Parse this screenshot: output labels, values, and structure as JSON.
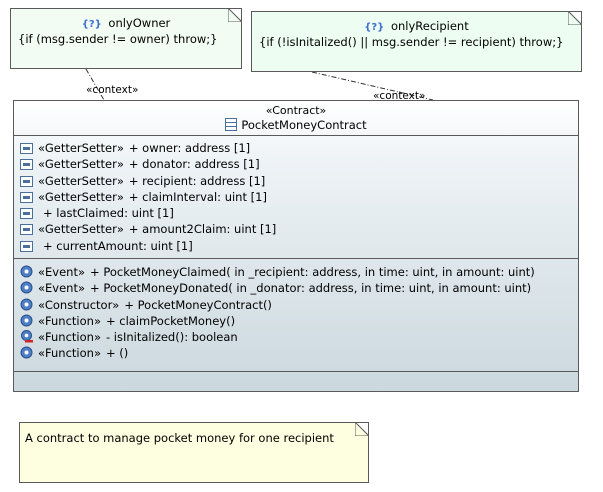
{
  "notes": {
    "only_owner": {
      "title": "onlyOwner",
      "badge": "{?}",
      "body": "{if (msg.sender != owner) throw;}"
    },
    "only_recipient": {
      "title": "onlyRecipient",
      "badge": "{?}",
      "body": "{if (!isInitalized() || msg.sender != recipient) throw;}"
    },
    "description": {
      "body": "A contract to manage pocket money for one recipient"
    }
  },
  "links": {
    "owner_context": "«context»",
    "recipient_context": "«context»"
  },
  "contract": {
    "stereotype": "«Contract»",
    "name": "PocketMoneyContract",
    "attributes": [
      {
        "stereotype": "«GetterSetter»",
        "text": "+ owner: address [1]",
        "icon": "attribute-icon"
      },
      {
        "stereotype": "«GetterSetter»",
        "text": "+ donator: address [1]",
        "icon": "attribute-icon"
      },
      {
        "stereotype": "«GetterSetter»",
        "text": "+ recipient: address [1]",
        "icon": "attribute-icon"
      },
      {
        "stereotype": "«GetterSetter»",
        "text": "+ claimInterval: uint [1]",
        "icon": "attribute-icon"
      },
      {
        "stereotype": "",
        "text": "+ lastClaimed: uint [1]",
        "icon": "attribute-icon"
      },
      {
        "stereotype": "«GetterSetter»",
        "text": "+ amount2Claim: uint [1]",
        "icon": "attribute-icon"
      },
      {
        "stereotype": "",
        "text": "+ currentAmount: uint [1]",
        "icon": "attribute-icon"
      }
    ],
    "operations": [
      {
        "stereotype": "«Event»",
        "text": "+ PocketMoneyClaimed(  in _recipient: address,   in time: uint,   in amount: uint)",
        "icon": "operation-icon"
      },
      {
        "stereotype": "«Event»",
        "text": "+ PocketMoneyDonated(  in _donator: address,   in time: uint,   in amount: uint)",
        "icon": "operation-icon"
      },
      {
        "stereotype": "«Constructor»",
        "text": "+ PocketMoneyContract()",
        "icon": "operation-icon"
      },
      {
        "stereotype": "«Function»",
        "text": "+ claimPocketMoney()",
        "icon": "operation-icon"
      },
      {
        "stereotype": "«Function»",
        "text": "- isInitalized(): boolean",
        "icon": "private-operation-icon"
      },
      {
        "stereotype": "«Function»",
        "text": "+ ()",
        "icon": "operation-icon"
      }
    ]
  }
}
